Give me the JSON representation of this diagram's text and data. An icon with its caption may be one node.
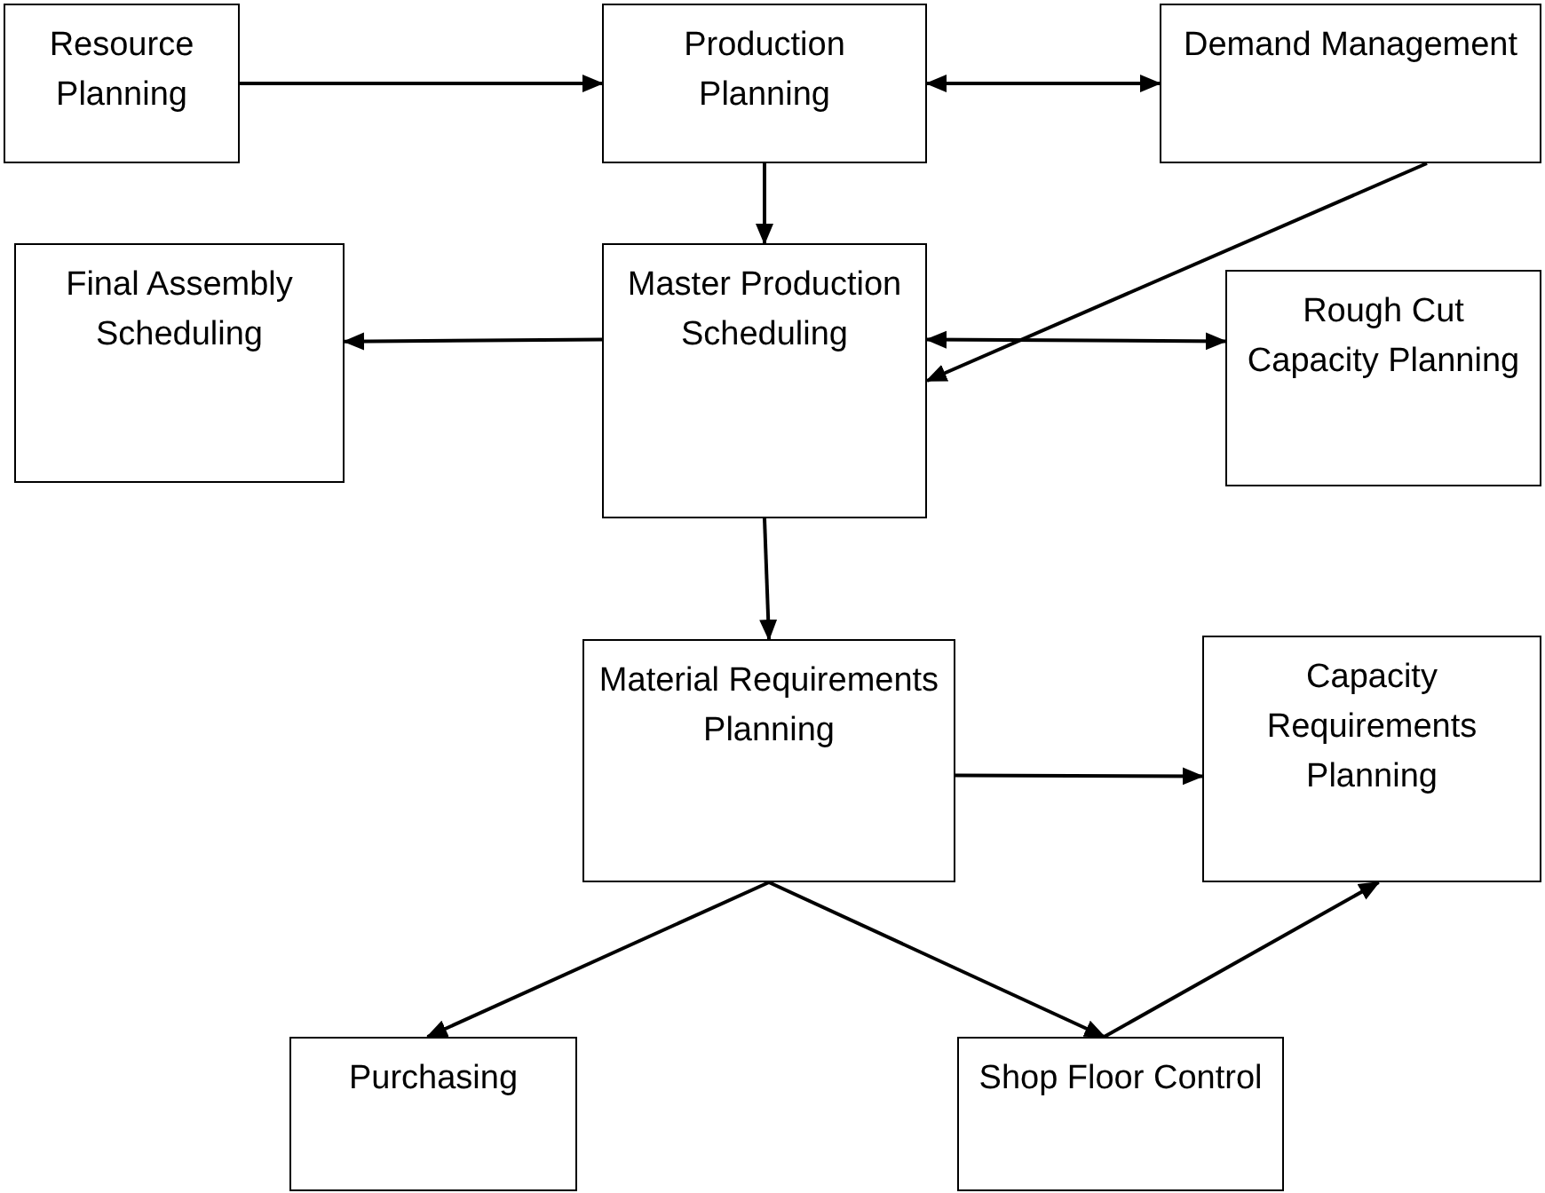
{
  "diagram": {
    "nodes": [
      {
        "text": [
          "Resource Planning"
        ]
      },
      {
        "text": [
          "Production Planning"
        ]
      },
      {
        "text": [
          "Demand Management"
        ]
      },
      {
        "text": [
          "Final Assembly Scheduling"
        ]
      },
      {
        "text": [
          "Master Production Scheduling"
        ]
      },
      {
        "text": [
          "Rough Cut Capacity Planning"
        ]
      },
      {
        "text": [
          "Material Requirements Planning"
        ]
      },
      {
        "text": [
          "Capacity Requirements Planning"
        ]
      },
      {
        "text": [
          "Purchasing"
        ]
      },
      {
        "text": [
          "Shop Floor Control"
        ]
      }
    ],
    "edges": [
      {
        "from": 0,
        "to": 1,
        "arrow": "to"
      },
      {
        "from": 1,
        "to": 2,
        "arrow": "both"
      },
      {
        "from": 1,
        "to": 4,
        "arrow": "to"
      },
      {
        "from": 2,
        "to": 4,
        "arrow": "to"
      },
      {
        "from": 4,
        "to": 3,
        "arrow": "to"
      },
      {
        "from": 4,
        "to": 5,
        "arrow": "both"
      },
      {
        "from": 4,
        "to": 6,
        "arrow": "to"
      },
      {
        "from": 6,
        "to": 7,
        "arrow": "to"
      },
      {
        "from": 6,
        "to": 8,
        "arrow": "to"
      },
      {
        "from": 6,
        "to": 9,
        "arrow": "to"
      },
      {
        "from": 9,
        "to": 7,
        "arrow": "to"
      }
    ]
  }
}
